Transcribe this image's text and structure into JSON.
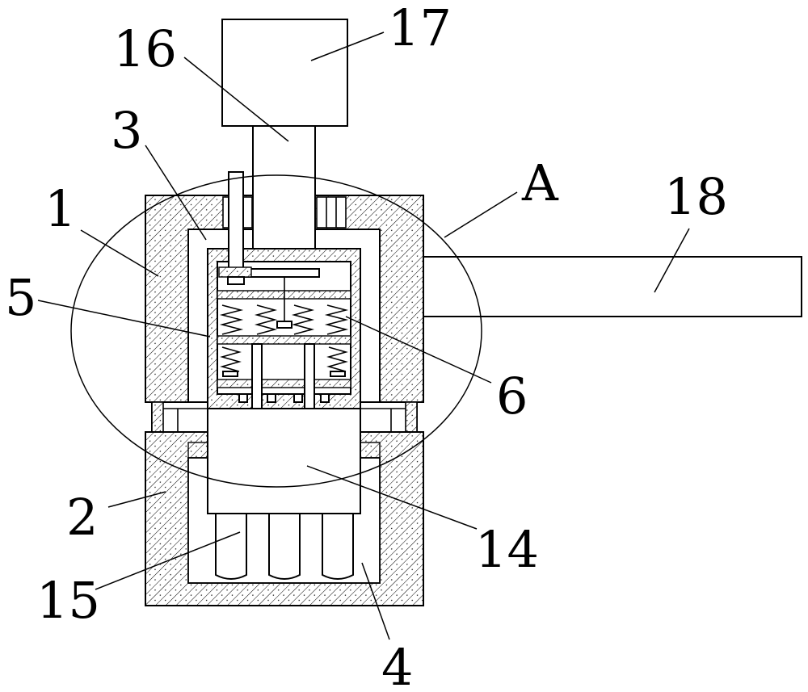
{
  "labels": [
    {
      "key": "p1",
      "text": "1"
    },
    {
      "key": "p2",
      "text": "2"
    },
    {
      "key": "p3",
      "text": "3"
    },
    {
      "key": "p4",
      "text": "4"
    },
    {
      "key": "p5",
      "text": "5"
    },
    {
      "key": "p6",
      "text": "6"
    },
    {
      "key": "p14",
      "text": "14"
    },
    {
      "key": "p15",
      "text": "15"
    },
    {
      "key": "p16",
      "text": "16"
    },
    {
      "key": "p17",
      "text": "17"
    },
    {
      "key": "p18",
      "text": "18"
    },
    {
      "key": "pA",
      "text": "A"
    }
  ]
}
